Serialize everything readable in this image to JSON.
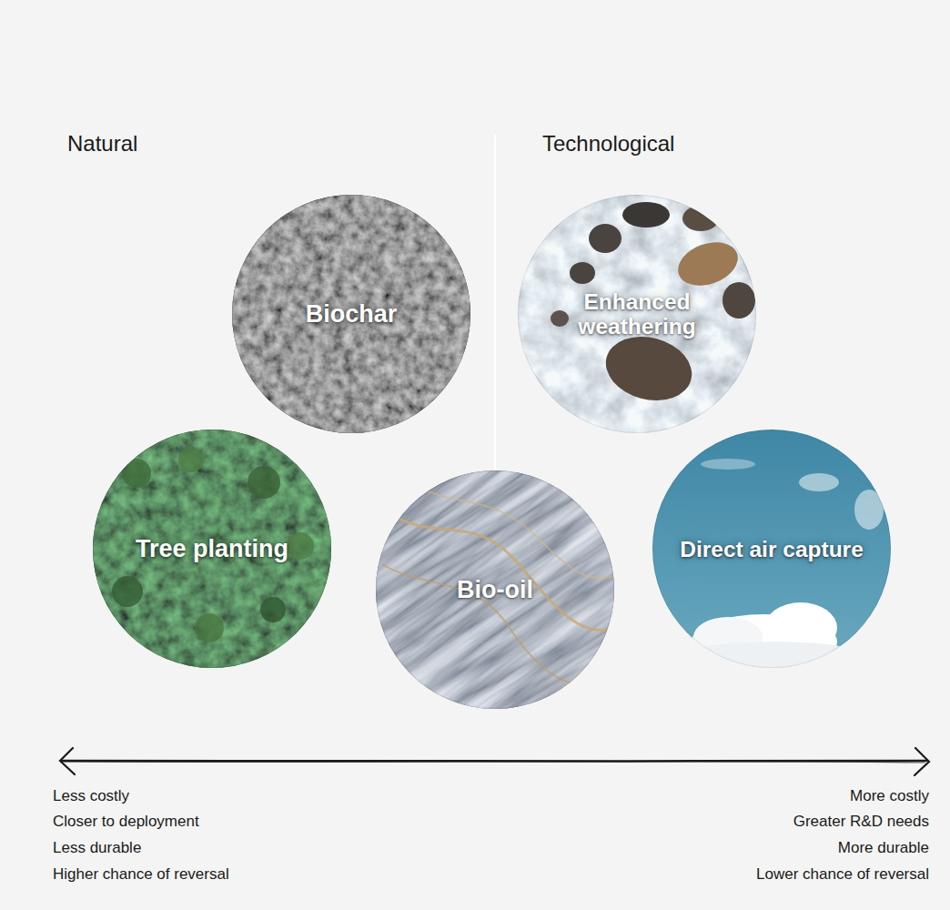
{
  "diagram": {
    "nodes": [
      {
        "text": [
          "Biochar"
        ]
      },
      {
        "text": [
          "Enhanced weathering"
        ]
      },
      {
        "text": [
          "Tree planting"
        ]
      },
      {
        "text": [
          "Bio-oil"
        ]
      },
      {
        "text": [
          "Direct air capture"
        ]
      }
    ],
    "labels": [
      "Natural",
      "Technological",
      "Less costly",
      "Closer to deployment",
      "Less durable",
      "Higher chance of reversal",
      "More costly",
      "Greater R&D needs",
      "More durable",
      "Lower chance of reversal"
    ]
  }
}
